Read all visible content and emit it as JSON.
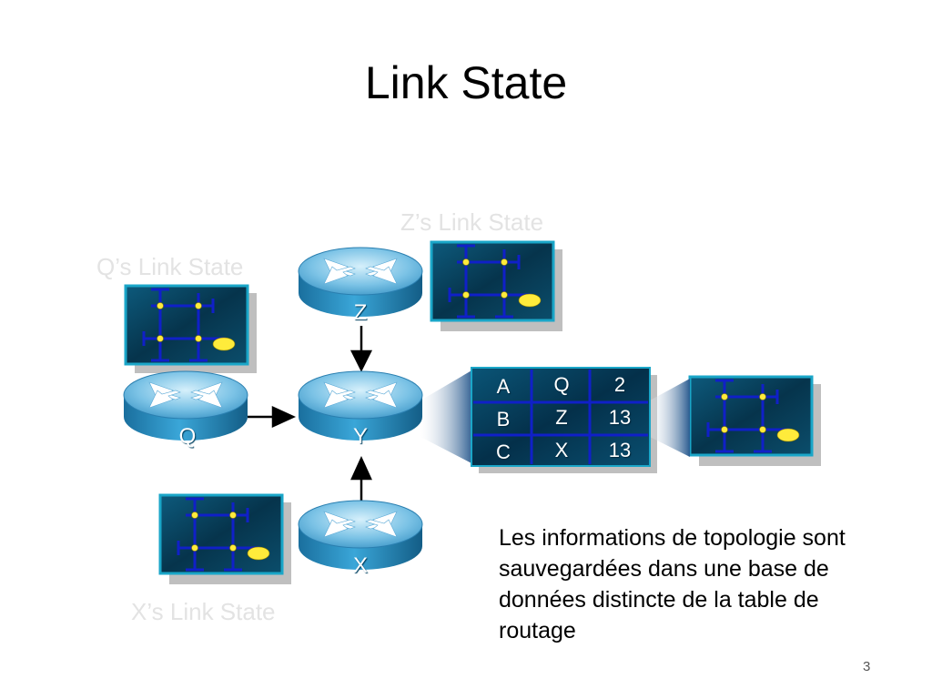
{
  "slide": {
    "title": "Link State",
    "page_number": "3"
  },
  "link_state_labels": {
    "z": "Z’s Link State",
    "q": "Q’s Link State",
    "x": "X’s Link State"
  },
  "routers": {
    "z": "Z",
    "q": "Q",
    "y": "Y",
    "x": "X"
  },
  "database_table": {
    "rows": [
      [
        "A",
        "Q",
        "2"
      ],
      [
        "B",
        "Z",
        "13"
      ],
      [
        "C",
        "X",
        "13"
      ]
    ]
  },
  "description": "Les  informations de topologie sont sauvegardées dans une base de données distincte de la table de routage",
  "colors": {
    "router_blue": "#2a8fc4",
    "router_top": "#9fd3ee",
    "panel_dark": "#05324a",
    "panel_border": "#1aa6c8",
    "topology_line": "#1020c8",
    "node_yellow": "#ffeb3b",
    "faint_label": "#e3e3e3"
  }
}
